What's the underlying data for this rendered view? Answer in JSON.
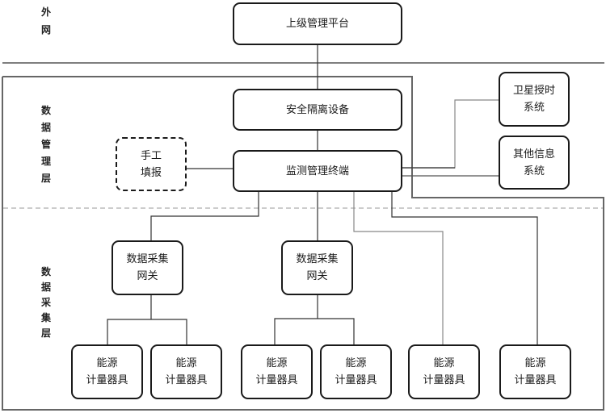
{
  "layers": {
    "external": [
      "外",
      "网"
    ],
    "management": [
      "数",
      "据",
      "管",
      "理",
      "层"
    ],
    "collection": [
      "数",
      "据",
      "采",
      "集",
      "层"
    ]
  },
  "nodes": {
    "upper_platform": [
      "上级管理平台"
    ],
    "security_isolation": [
      "安全隔离设备"
    ],
    "monitoring_terminal": [
      "监测管理终端"
    ],
    "manual_entry": [
      "手工",
      "填报"
    ],
    "satellite_timing": [
      "卫星授时",
      "系统"
    ],
    "other_info": [
      "其他信息",
      "系统"
    ],
    "gateway_1": [
      "数据采集",
      "网关"
    ],
    "gateway_2": [
      "数据采集",
      "网关"
    ],
    "meters": [
      [
        "能源",
        "计量器具"
      ],
      [
        "能源",
        "计量器具"
      ],
      [
        "能源",
        "计量器具"
      ],
      [
        "能源",
        "计量器具"
      ],
      [
        "能源",
        "计量器具"
      ],
      [
        "能源",
        "计量器具"
      ]
    ]
  }
}
